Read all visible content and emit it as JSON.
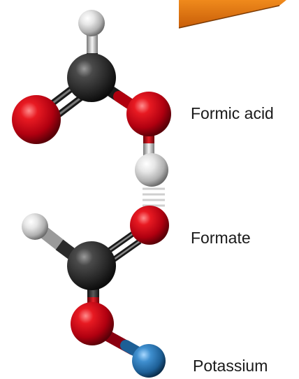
{
  "labels": {
    "formic_acid": "Formic acid",
    "formate": "Formate",
    "potassium": "Potassium"
  },
  "atoms": {
    "hydrogen": "#d9d9d9",
    "carbon": "#2d2d2d",
    "oxygen": "#d0101c",
    "potassium": "#2f7fbf"
  },
  "banner": {
    "color": "#e0700f"
  }
}
